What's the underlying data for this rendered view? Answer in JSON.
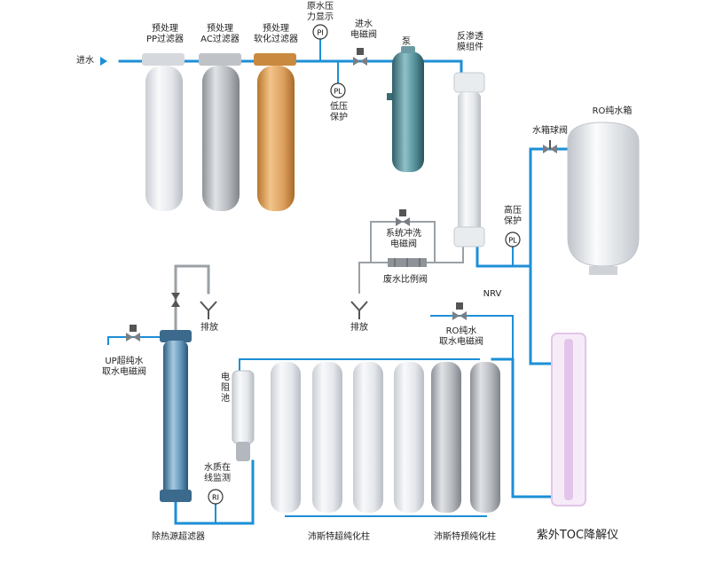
{
  "labels": {
    "inlet": "进水",
    "pp_filter": [
      "预处理",
      "PP过滤器"
    ],
    "ac_filter": [
      "预处理",
      "AC过滤器"
    ],
    "softener": [
      "预处理",
      "软化过滤器"
    ],
    "raw_pressure": [
      "原水压",
      "力显示"
    ],
    "inlet_valve": [
      "进水",
      "电磁阀"
    ],
    "pump": "泵",
    "ro_membrane": [
      "反渗透",
      "膜组件"
    ],
    "low_pressure": [
      "低压",
      "保护"
    ],
    "ro_tank": "RO纯水箱",
    "tank_ball_valve": "水箱球阀",
    "high_pressure": [
      "高压",
      "保护"
    ],
    "flush_valve": [
      "系统冲洗",
      "电磁阀"
    ],
    "waste_ratio_valve": "废水比例阀",
    "nrv": "NRV",
    "drain_1": "排放",
    "drain_2": "排放",
    "up_valve": [
      "UP超纯水",
      "取水电磁阀"
    ],
    "ro_valve": [
      "RO纯水",
      "取水电磁阀"
    ],
    "resistivity_cell": "电阻池",
    "quality_monitor": [
      "水质在",
      "线监测"
    ],
    "pyrogen_filter": "除热源超滤器",
    "polisher_columns": "沛斯特超纯化柱",
    "pre_columns": "沛斯特预纯化柱",
    "uv_toc": "紫外TOC降解仪"
  },
  "gauges": {
    "pi": "PI",
    "pl_low": "PL",
    "pl_high": "PL",
    "ri": "RI"
  },
  "colors": {
    "pipe": "#1d8fd6",
    "grey_pipe": "#9aa0a6",
    "white_filter": "#e6e9ee",
    "grey_filter": "#a9adb3",
    "amber_filter": "#d99a4a",
    "pump": "#4f8a94",
    "ro_vessel": "#dfe3e8",
    "up_filter": "#5a8fb5",
    "uv_lamp": "#e3c4ea"
  }
}
